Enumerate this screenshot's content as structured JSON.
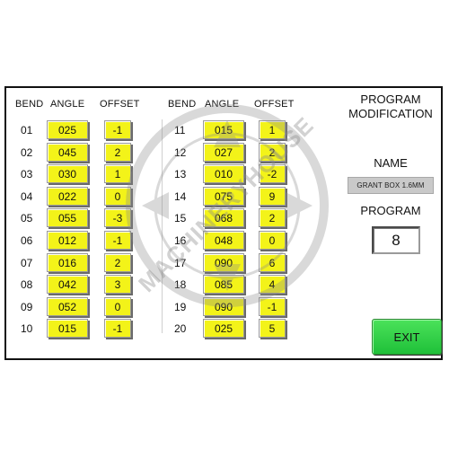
{
  "headers": {
    "bend": "BEND",
    "angle": "ANGLE",
    "offset": "OFFSET"
  },
  "left_rows": [
    {
      "bend": "01",
      "angle": "025",
      "offset": "-1"
    },
    {
      "bend": "02",
      "angle": "045",
      "offset": "2"
    },
    {
      "bend": "03",
      "angle": "030",
      "offset": "1"
    },
    {
      "bend": "04",
      "angle": "022",
      "offset": "0"
    },
    {
      "bend": "05",
      "angle": "055",
      "offset": "-3"
    },
    {
      "bend": "06",
      "angle": "012",
      "offset": "-1"
    },
    {
      "bend": "07",
      "angle": "016",
      "offset": "2"
    },
    {
      "bend": "08",
      "angle": "042",
      "offset": "3"
    },
    {
      "bend": "09",
      "angle": "052",
      "offset": "0"
    },
    {
      "bend": "10",
      "angle": "015",
      "offset": "-1"
    }
  ],
  "right_rows": [
    {
      "bend": "11",
      "angle": "015",
      "offset": "1"
    },
    {
      "bend": "12",
      "angle": "027",
      "offset": "2"
    },
    {
      "bend": "13",
      "angle": "010",
      "offset": "-2"
    },
    {
      "bend": "14",
      "angle": "075",
      "offset": "9"
    },
    {
      "bend": "15",
      "angle": "068",
      "offset": "2"
    },
    {
      "bend": "16",
      "angle": "048",
      "offset": "0"
    },
    {
      "bend": "17",
      "angle": "090",
      "offset": "6"
    },
    {
      "bend": "18",
      "angle": "085",
      "offset": "4"
    },
    {
      "bend": "19",
      "angle": "090",
      "offset": "-1"
    },
    {
      "bend": "20",
      "angle": "025",
      "offset": "5"
    }
  ],
  "panel": {
    "title_line1": "PROGRAM",
    "title_line2": "MODIFICATION",
    "name_label": "NAME",
    "name_value": "GRANT BOX 1.6MM",
    "program_label": "PROGRAM",
    "program_value": "8",
    "exit_label": "EXIT"
  },
  "watermark_text": "MACHINERYHOUSE",
  "colors": {
    "cell_fill": "#f3f319",
    "exit_green": "#2fd046",
    "name_box": "#c9c9c9"
  }
}
